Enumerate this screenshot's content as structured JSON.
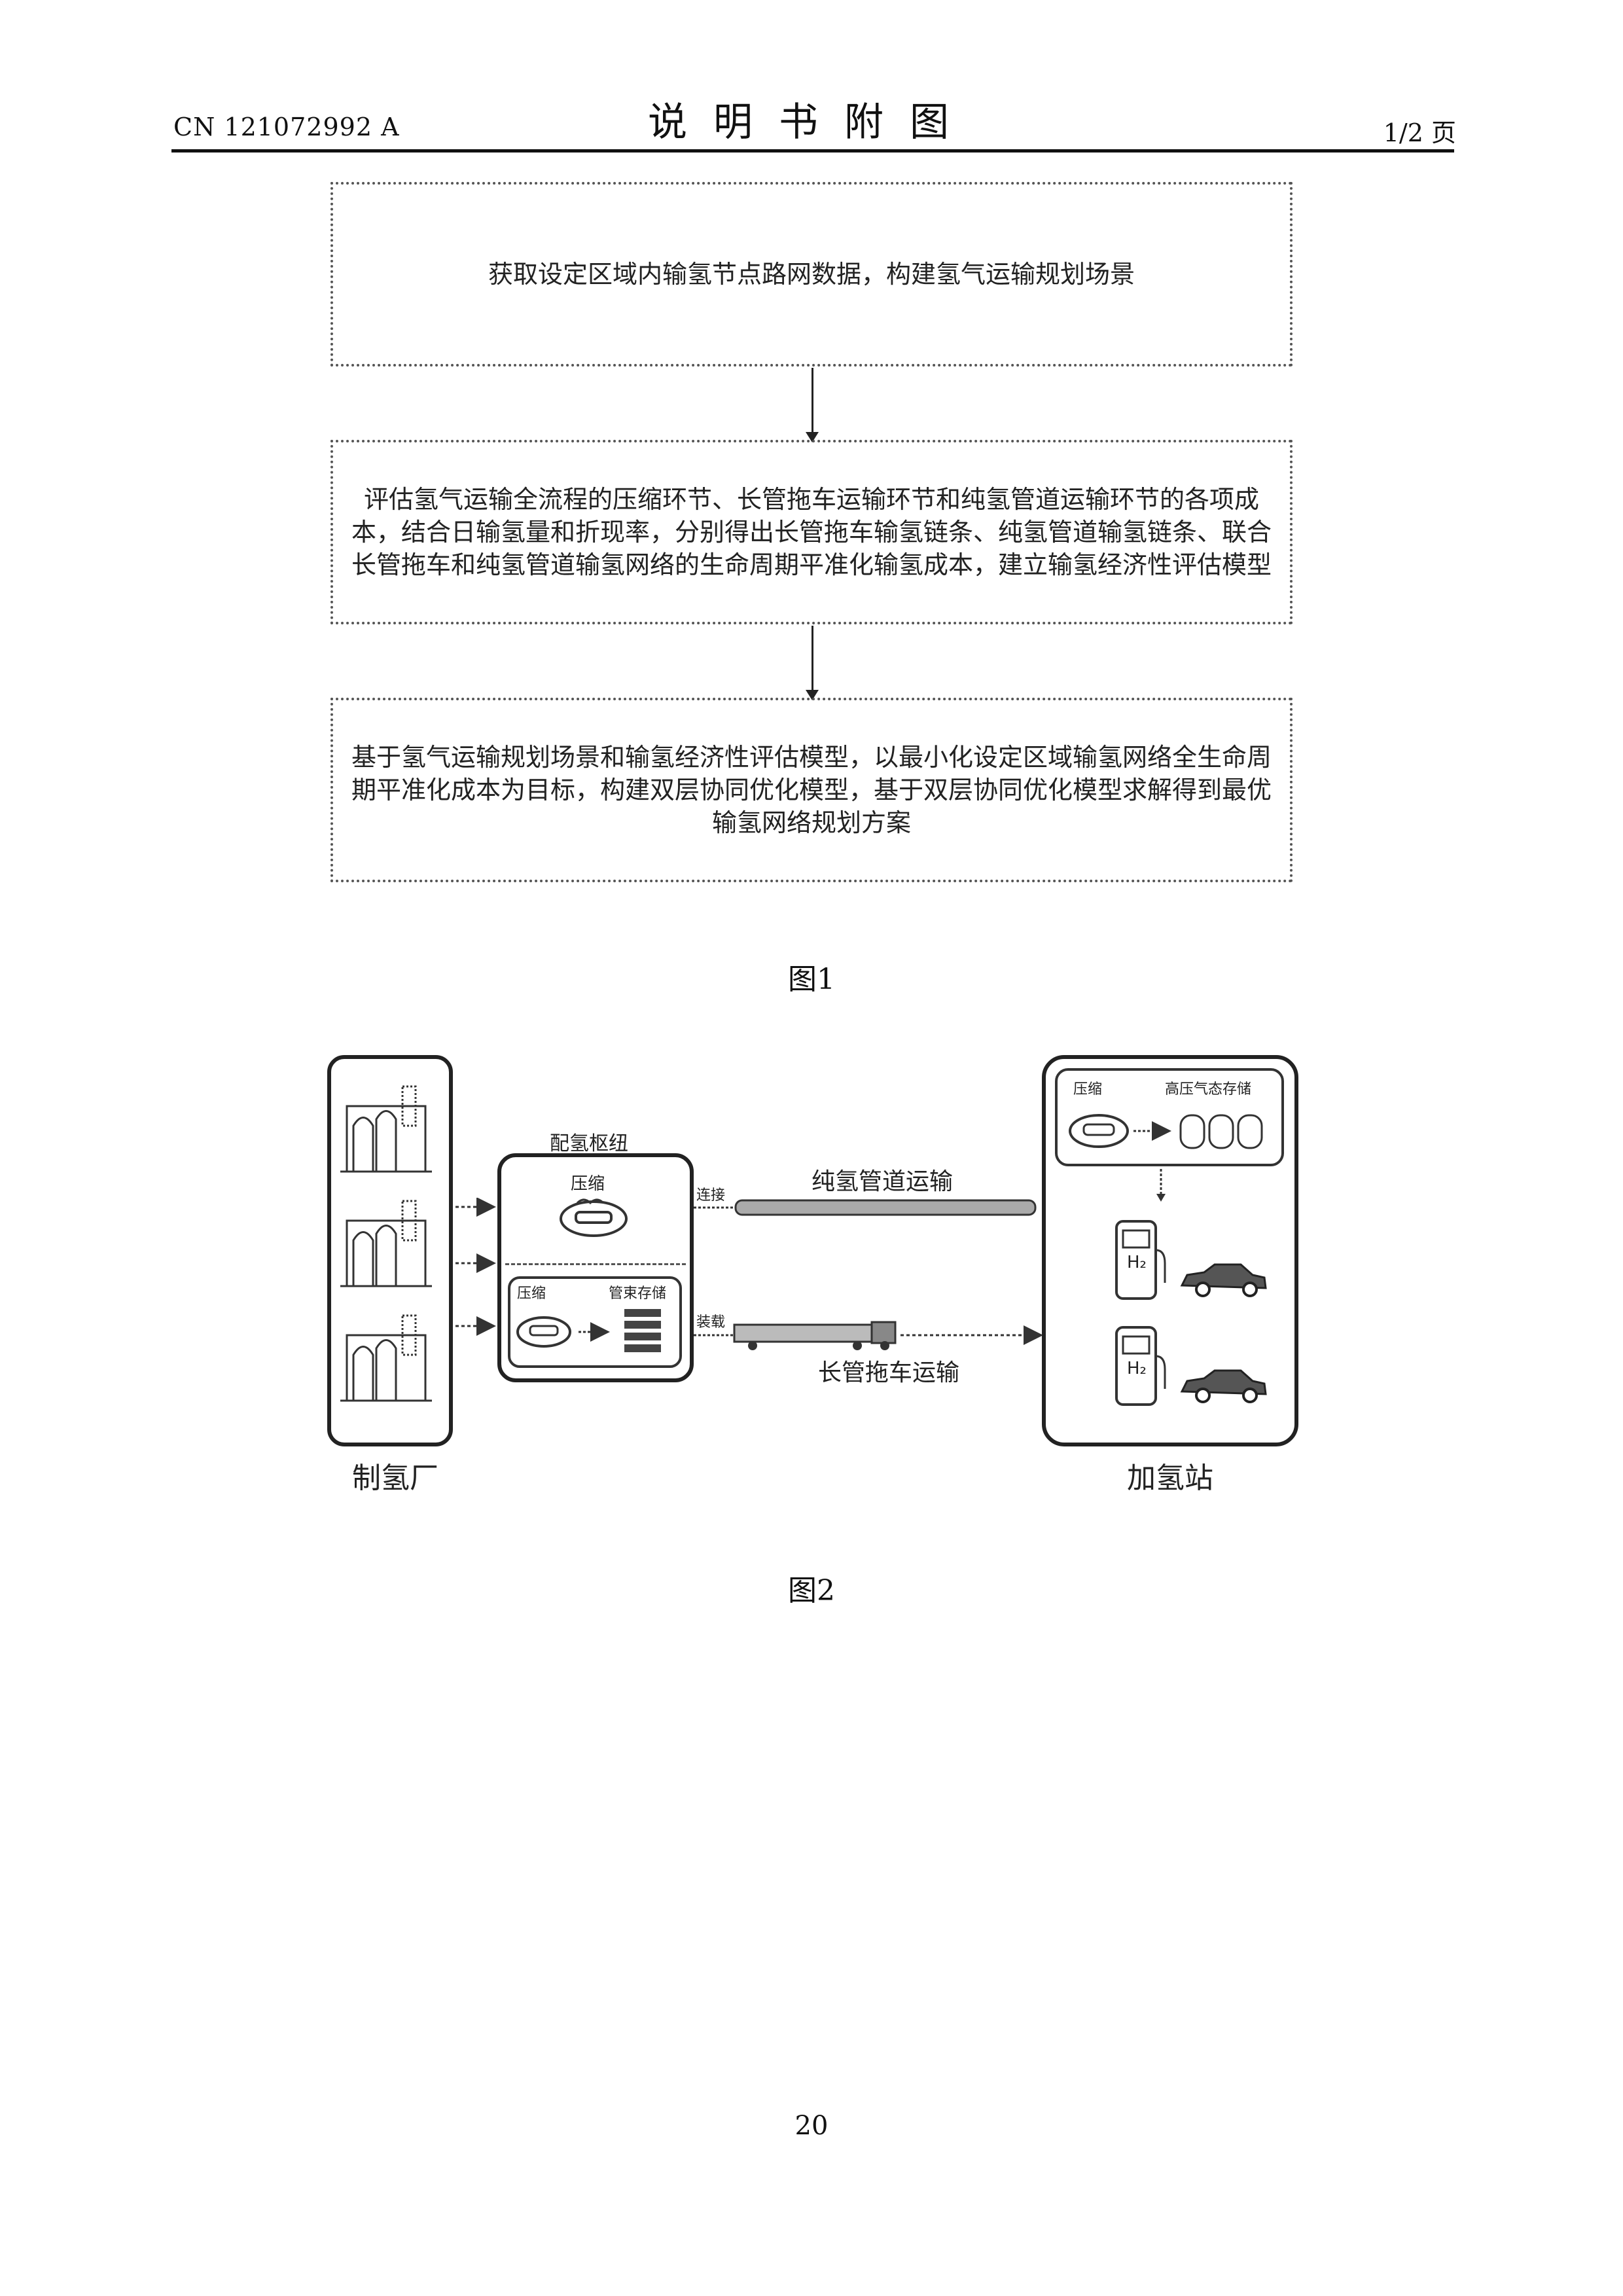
{
  "header": {
    "patent_number": "CN 121072992 A",
    "title": "说明书附图",
    "page_fraction": "1/2 页"
  },
  "figure1": {
    "steps": [
      "获取设定区域内输氢节点路网数据，构建氢气运输规划场景",
      "评估氢气运输全流程的压缩环节、长管拖车运输环节和纯氢管道运输环节的各项成本，结合日输氢量和折现率，分别得出长管拖车输氢链条、纯氢管道输氢链条、联合长管拖车和纯氢管道输氢网络的生命周期平准化输氢成本，建立输氢经济性评估模型",
      "基于氢气运输规划场景和输氢经济性评估模型，以最小化设定区域输氢网络全生命周期平准化成本为目标，构建双层协同优化模型，基于双层协同优化模型求解得到最优输氢网络规划方案"
    ],
    "caption": "图1"
  },
  "figure2": {
    "plant_label": "制氢厂",
    "hub_label": "配氢枢纽",
    "compress_label_top": "压缩",
    "compress_label_bottom": "压缩",
    "tube_storage_label": "管束存储",
    "connect_label": "连接",
    "load_label": "装载",
    "pipeline_label": "纯氢管道运输",
    "trailer_label": "长管拖车运输",
    "station_compress_label": "压缩",
    "station_storage_label": "高压气态存储",
    "h2_symbol": "H₂",
    "station_label": "加氢站",
    "caption": "图2"
  },
  "footer": {
    "page_number": "20"
  }
}
